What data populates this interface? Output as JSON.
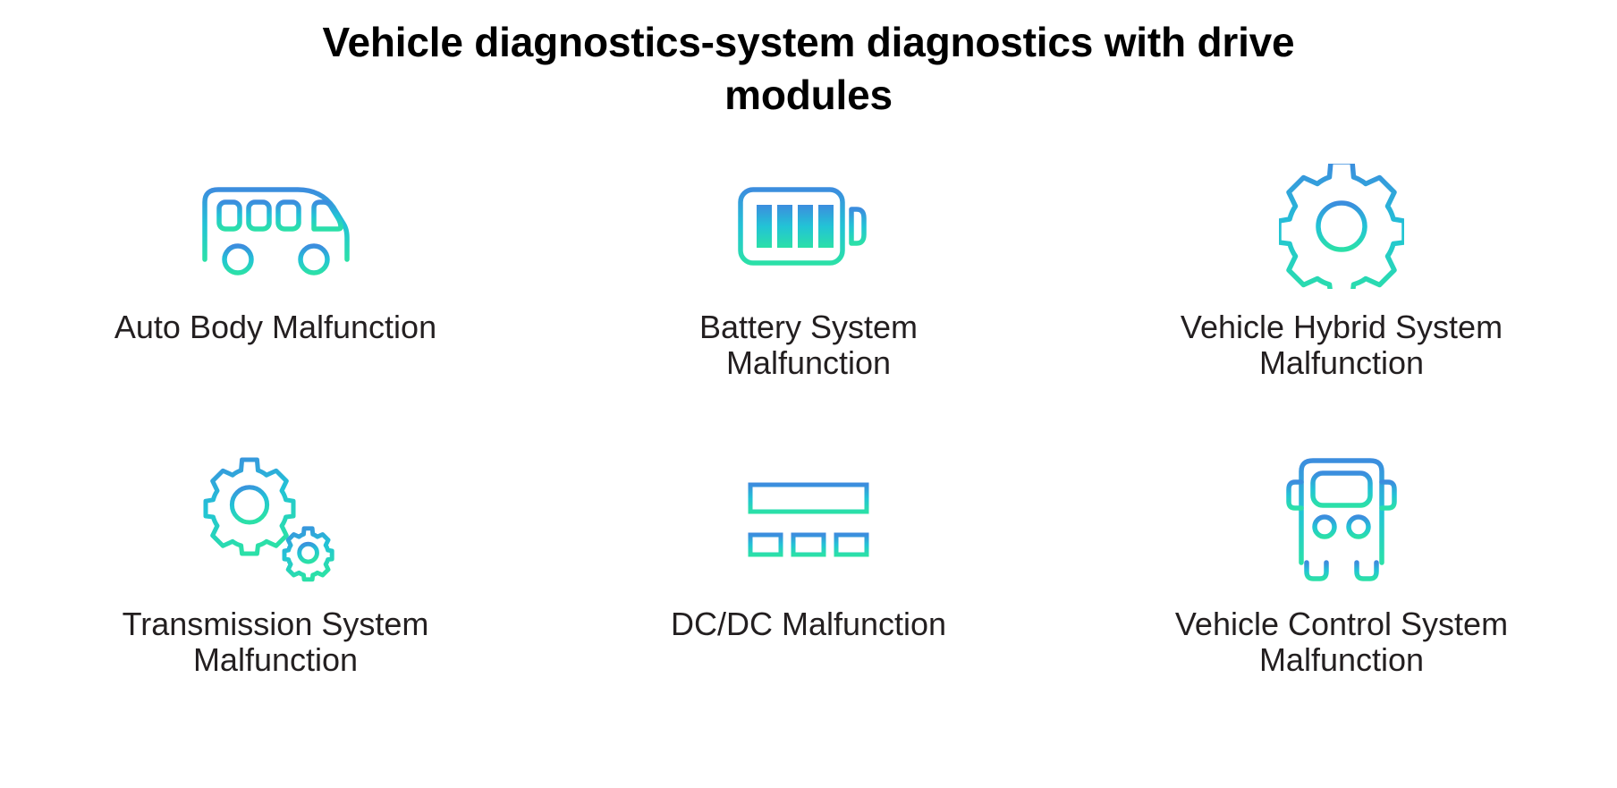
{
  "page": {
    "title_line1": "Vehicle diagnostics-system diagnostics with drive",
    "title_line2": "modules",
    "background_color": "#ffffff",
    "text_color": "#231f20"
  },
  "gradient": {
    "start_color": "#3C8DDE",
    "mid_color": "#22C3D6",
    "end_color": "#2BE0A8"
  },
  "grid": {
    "columns": 3,
    "rows": 2,
    "items": [
      {
        "id": "auto-body",
        "icon": "bus-side-icon",
        "label": "Auto Body Malfunction"
      },
      {
        "id": "battery-system",
        "icon": "battery-icon",
        "label": "Battery System Malfunction"
      },
      {
        "id": "vehicle-hybrid-system",
        "icon": "gear-icon",
        "label": "Vehicle Hybrid System Malfunction"
      },
      {
        "id": "transmission-system",
        "icon": "double-gear-icon",
        "label": "Transmission System Malfunction"
      },
      {
        "id": "dcdc",
        "icon": "dcdc-bars-icon",
        "label": "DC/DC Malfunction"
      },
      {
        "id": "vehicle-control-system",
        "icon": "bus-front-icon",
        "label": "Vehicle Control System Malfunction"
      }
    ]
  }
}
